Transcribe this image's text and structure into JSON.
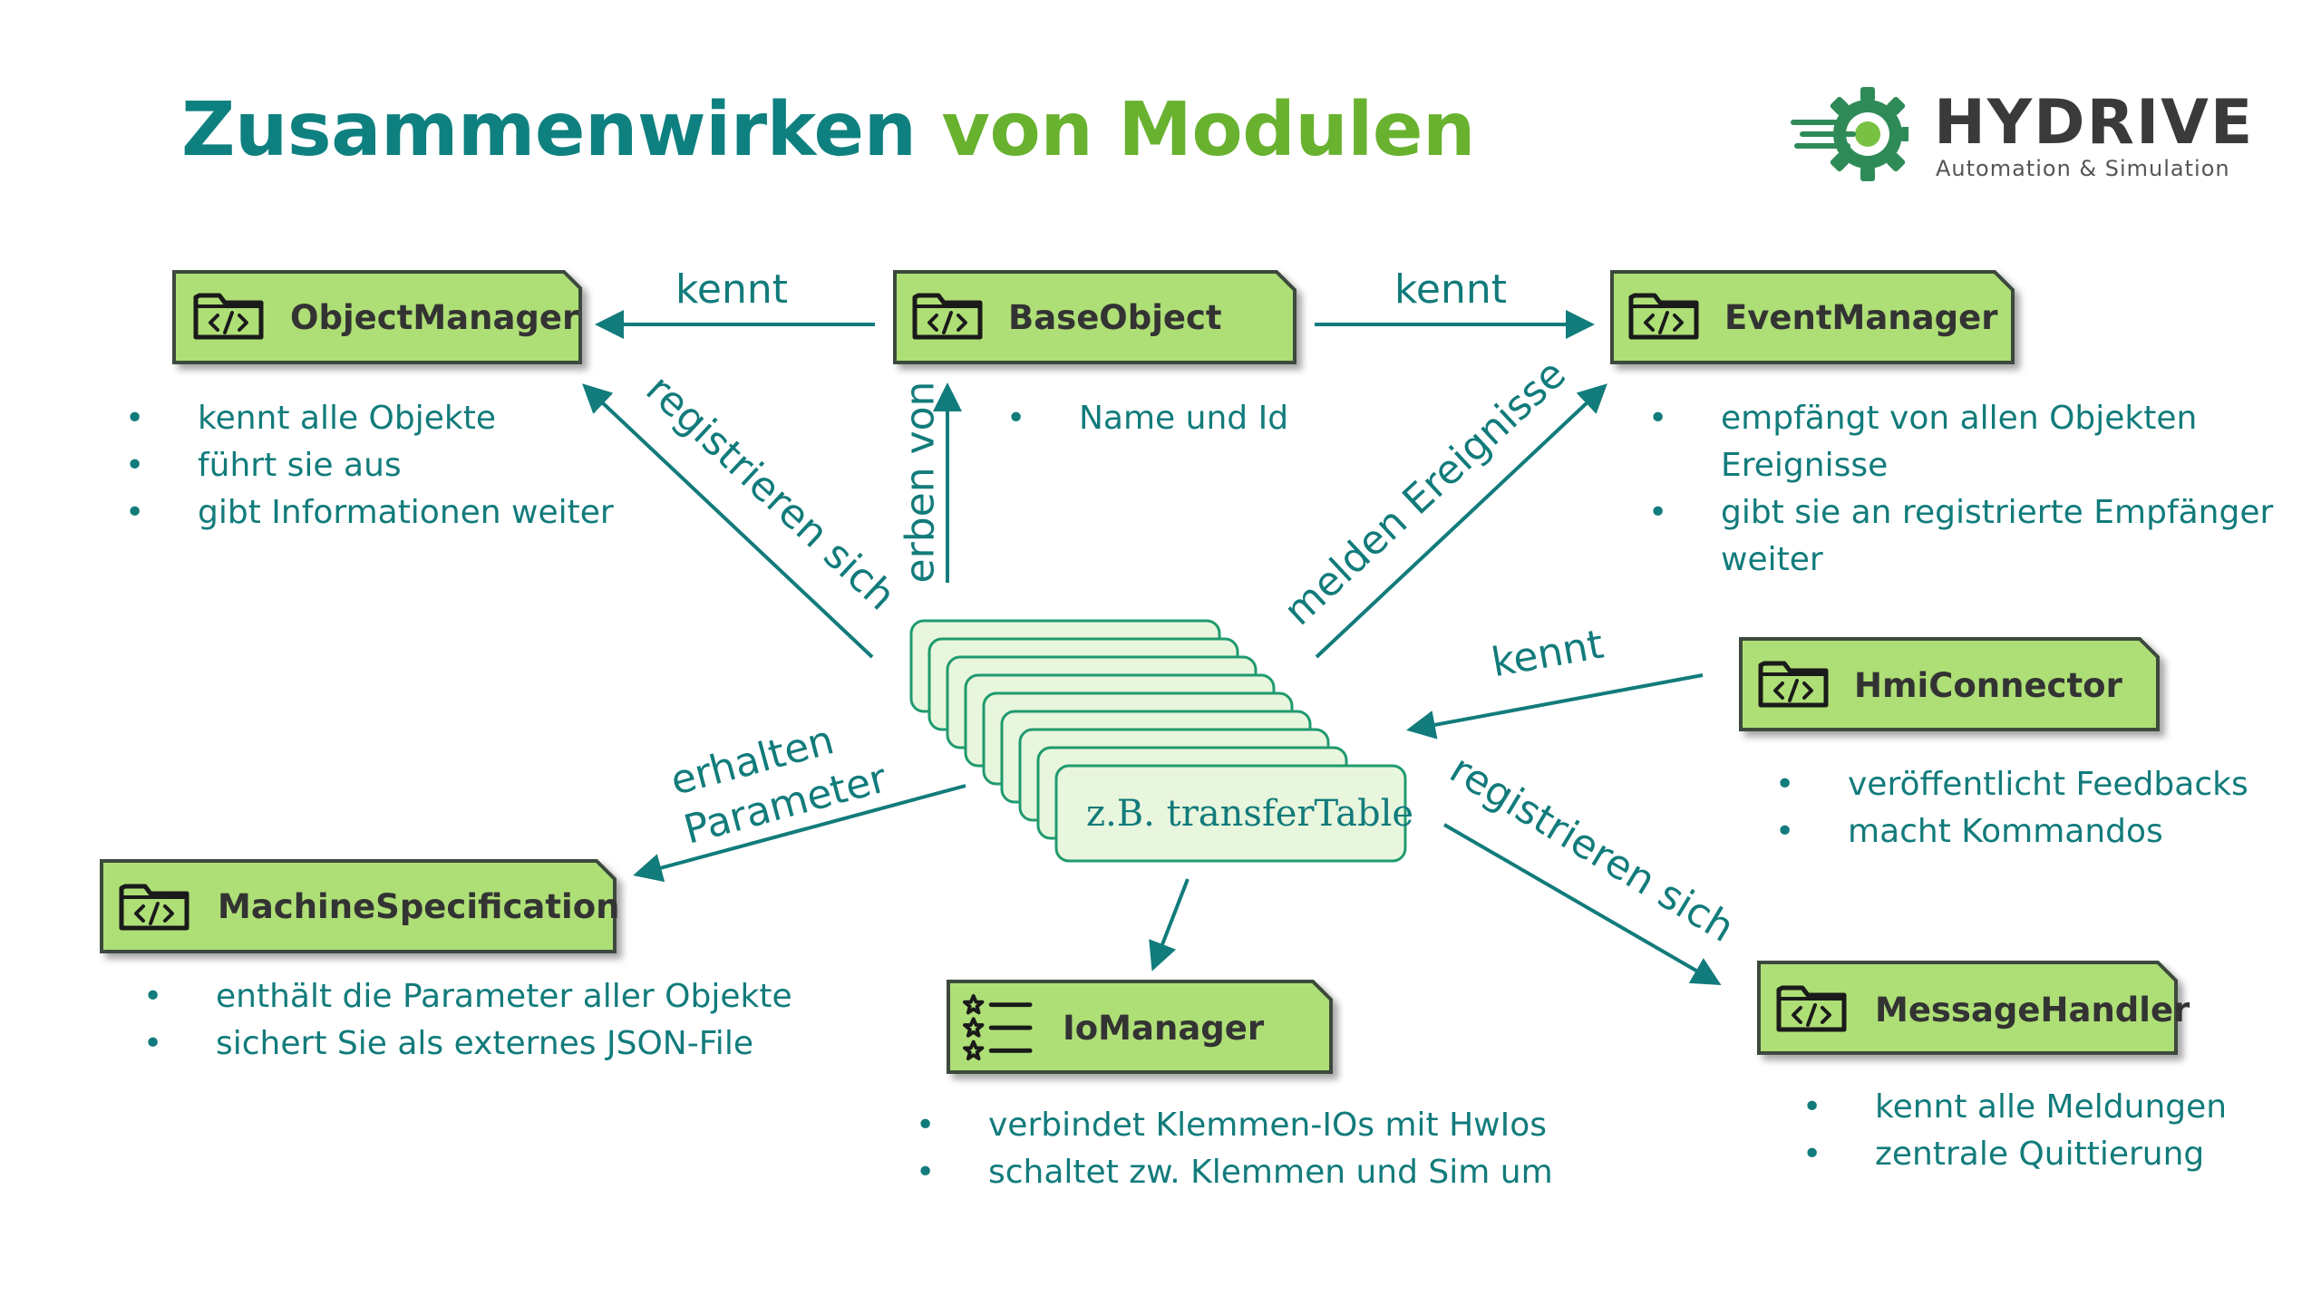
{
  "title": {
    "part1": "Zusammenwirken ",
    "part2": "von Modulen"
  },
  "logo": {
    "name": "HYDRIVE",
    "subtitle": "Automation & Simulation",
    "icon": "gear-icon"
  },
  "colors": {
    "title_teal": "#0f8080",
    "title_green": "#68b22f",
    "box_fill": "#aedf76",
    "box_border": "#3d4a3d",
    "arrow": "#127b7b",
    "stack_fill": "#e8f6dd"
  },
  "nodes": {
    "object_manager": {
      "label": "ObjectManager",
      "icon": "code-folder-icon",
      "bullets": [
        "kennt alle Objekte",
        "führt sie aus",
        "gibt Informationen weiter"
      ]
    },
    "base_object": {
      "label": "BaseObject",
      "icon": "code-folder-icon",
      "bullets": [
        "Name und Id"
      ]
    },
    "event_manager": {
      "label": "EventManager",
      "icon": "code-folder-icon",
      "bullets": [
        "empfängt von allen Objekten Ereignisse",
        "gibt sie an registrierte Empfänger weiter"
      ]
    },
    "hmi_connector": {
      "label": "HmiConnector",
      "icon": "code-folder-icon",
      "bullets": [
        "veröffentlicht Feedbacks",
        "macht Kommandos"
      ]
    },
    "machine_specification": {
      "label": "MachineSpecification",
      "icon": "code-folder-icon",
      "bullets": [
        "enthält die Parameter aller Objekte",
        "sichert Sie als externes JSON-File"
      ]
    },
    "io_manager": {
      "label": "IoManager",
      "icon": "star-list-icon",
      "bullets": [
        "verbindet Klemmen-IOs mit HwIos",
        "schaltet zw. Klemmen und Sim um"
      ]
    },
    "message_handler": {
      "label": "MessageHandler",
      "icon": "code-folder-icon",
      "bullets": [
        "kennt alle Meldungen",
        "zentrale Quittierung"
      ]
    }
  },
  "center": {
    "label": "z.B. transferTable"
  },
  "edges": {
    "kennt_left": "kennt",
    "kennt_right": "kennt",
    "registrieren_om": "registrieren sich",
    "erben_von": "erben von",
    "melden_ereignisse": "melden Ereignisse",
    "kennt_hmi": "kennt",
    "erhalten_param_1": "erhalten",
    "erhalten_param_2": "Parameter",
    "registrieren_mh": "registrieren sich"
  }
}
